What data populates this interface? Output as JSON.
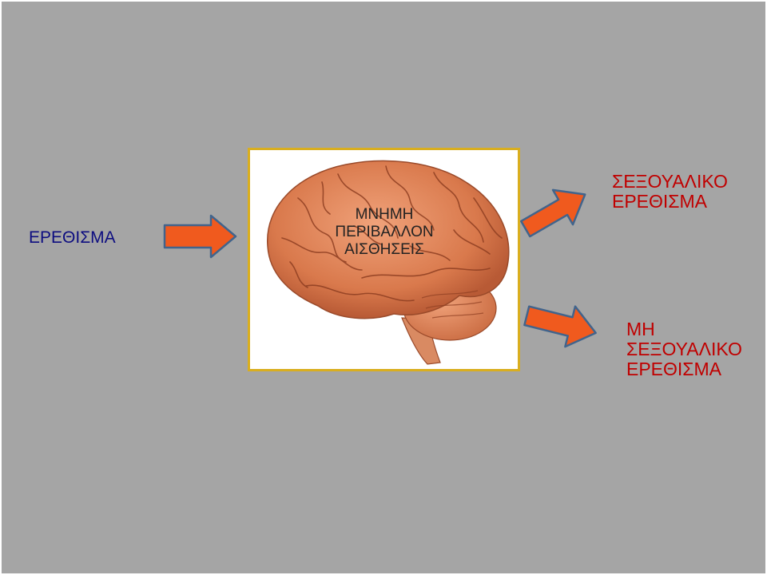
{
  "stimulus": "ΕΡΕΘΙΣΜΑ",
  "brain_box": {
    "lines": [
      "ΜΝΗΜΗ",
      "ΠΕΡΙΒΑΛΛΟΝ",
      "ΑΙΣΘΗΣΕΙΣ"
    ]
  },
  "outcome_sexual": {
    "lines": [
      "ΣΕΞΟΥΑΛΙΚΟ",
      "ΕΡΕΘΙΣΜΑ"
    ]
  },
  "outcome_nonsexual": {
    "lines": [
      "ΜΗ",
      "ΣΕΞΟΥΑΛΙΚΟ",
      "ΕΡΕΘΙΣΜΑ"
    ]
  },
  "colors": {
    "background": "#a5a5a5",
    "arrow_fill": "#f05a1e",
    "arrow_outline": "#41648c",
    "frame_border": "#d9ae1f",
    "stimulus_text": "#0d0d80",
    "outcome_text": "#c00000",
    "brain": "#e08a5c"
  }
}
